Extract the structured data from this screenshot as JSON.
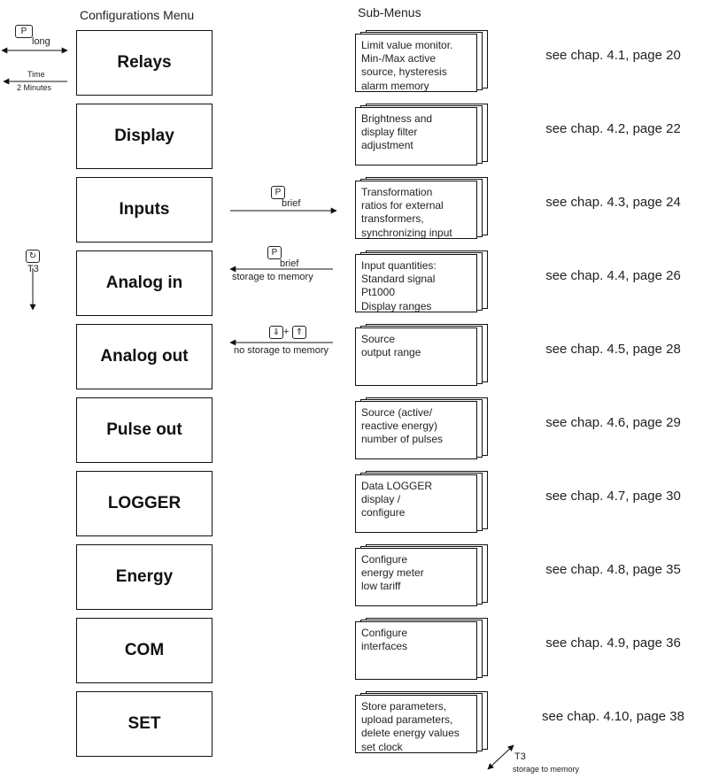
{
  "header": {
    "left_title": "Configurations Menu",
    "right_title": "Sub-Menus"
  },
  "menu_items": [
    "Relays",
    "Display",
    "Inputs",
    "Analog in",
    "Analog out",
    "Pulse out",
    "LOGGER",
    "Energy",
    "COM",
    "SET"
  ],
  "submenus": [
    "Limit value monitor.\nMin-/Max active\nsource, hysteresis\nalarm memory",
    "Brightness and\ndisplay filter\nadjustment",
    "Transformation\nratios for external\ntransformers,\nsynchronizing input",
    "Input quantities:\nStandard signal\nPt1000\nDisplay ranges",
    "Source\noutput range",
    "Source (active/\nreactive energy)\nnumber of pulses",
    "Data LOGGER\ndisplay /\nconfigure",
    "Configure\nenergy meter\nlow tariff",
    "Configure\ninterfaces",
    "Store parameters,\nupload parameters,\ndelete energy values\nset clock"
  ],
  "references": [
    "see chap. 4.1, page 20",
    "see chap. 4.2, page 22",
    "see chap. 4.3, page 24",
    "see chap. 4.4, page 26",
    "see chap. 4.5, page 28",
    "see chap. 4.6, page 29",
    "see chap. 4.7, page 30",
    "see chap. 4.8, page 35",
    "see chap. 4.9, page 36",
    "see chap. 4.10, page 38"
  ],
  "annotations": {
    "p_key": "P",
    "long_label": "long",
    "time_label": "Time",
    "time_value": "2 Minutes",
    "t3_label": "T3",
    "brief_label": "brief",
    "storage_label": "storage to memory",
    "plus_sign": "+",
    "no_storage_label": "no storage to memory",
    "t3_bottom_label": "T3",
    "storage_bottom_label": "storage to memory"
  }
}
